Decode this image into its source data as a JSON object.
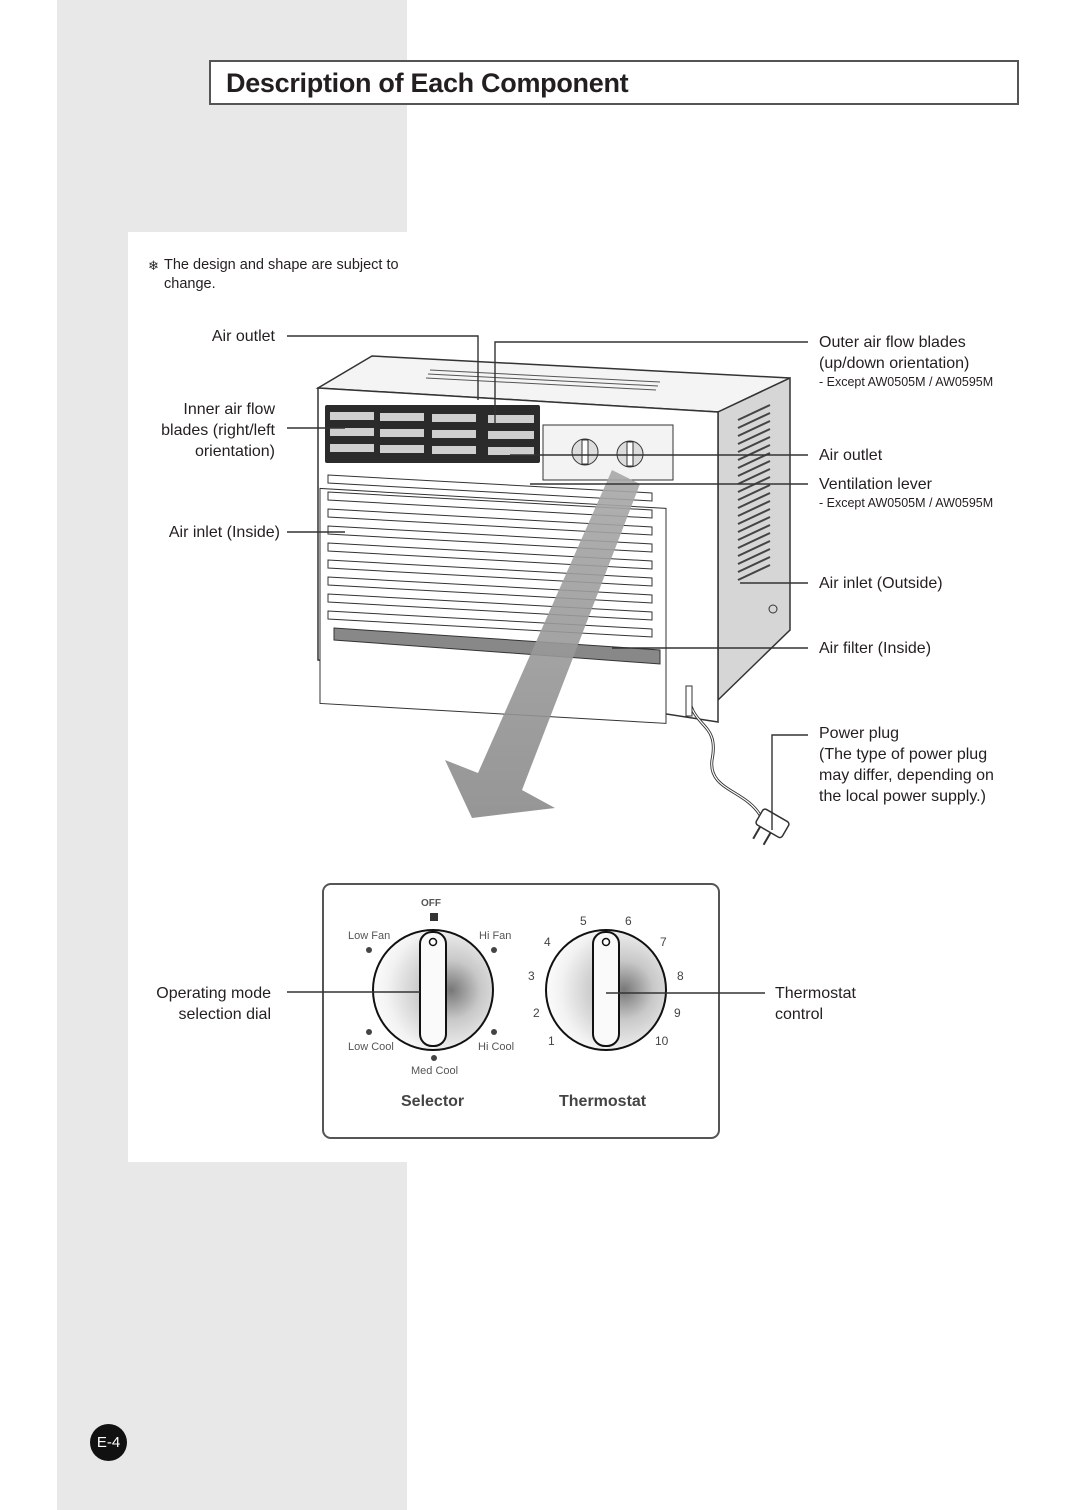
{
  "page": {
    "title": "Description of Each Component",
    "note": "The design and shape are subject to change.",
    "note_icon": "snowflake-icon",
    "page_number": "E-4"
  },
  "labels_left": {
    "air_outlet": "Air outlet",
    "inner_blades_1": "Inner air flow",
    "inner_blades_2": "blades (right/left",
    "inner_blades_3": "orientation)",
    "air_inlet_inside": "Air inlet (Inside)"
  },
  "labels_right": {
    "outer_blades_1": "Outer air flow blades",
    "outer_blades_2": "(up/down orientation)",
    "outer_blades_except": "- Except AW0505M / AW0595M",
    "air_outlet": "Air outlet",
    "vent_lever": "Ventilation lever",
    "vent_except": "- Except AW0505M / AW0595M",
    "air_inlet_outside": "Air inlet (Outside)",
    "air_filter": "Air filter (Inside)",
    "power_plug_1": "Power plug",
    "power_plug_2": "(The type of power plug",
    "power_plug_3": "may differ, depending on",
    "power_plug_4": "the local power supply.)"
  },
  "control_panel": {
    "mode_label_1": "Operating mode",
    "mode_label_2": "selection dial",
    "thermo_label_1": "Thermostat",
    "thermo_label_2": "control",
    "selector_title": "Selector",
    "thermostat_title": "Thermostat",
    "selector_positions": {
      "off": "OFF",
      "low_fan": "Low Fan",
      "hi_fan": "Hi Fan",
      "low_cool": "Low Cool",
      "hi_cool": "Hi Cool",
      "med_cool": "Med Cool"
    },
    "thermostat_scale": [
      "1",
      "2",
      "3",
      "4",
      "5",
      "6",
      "7",
      "8",
      "9",
      "10"
    ]
  }
}
